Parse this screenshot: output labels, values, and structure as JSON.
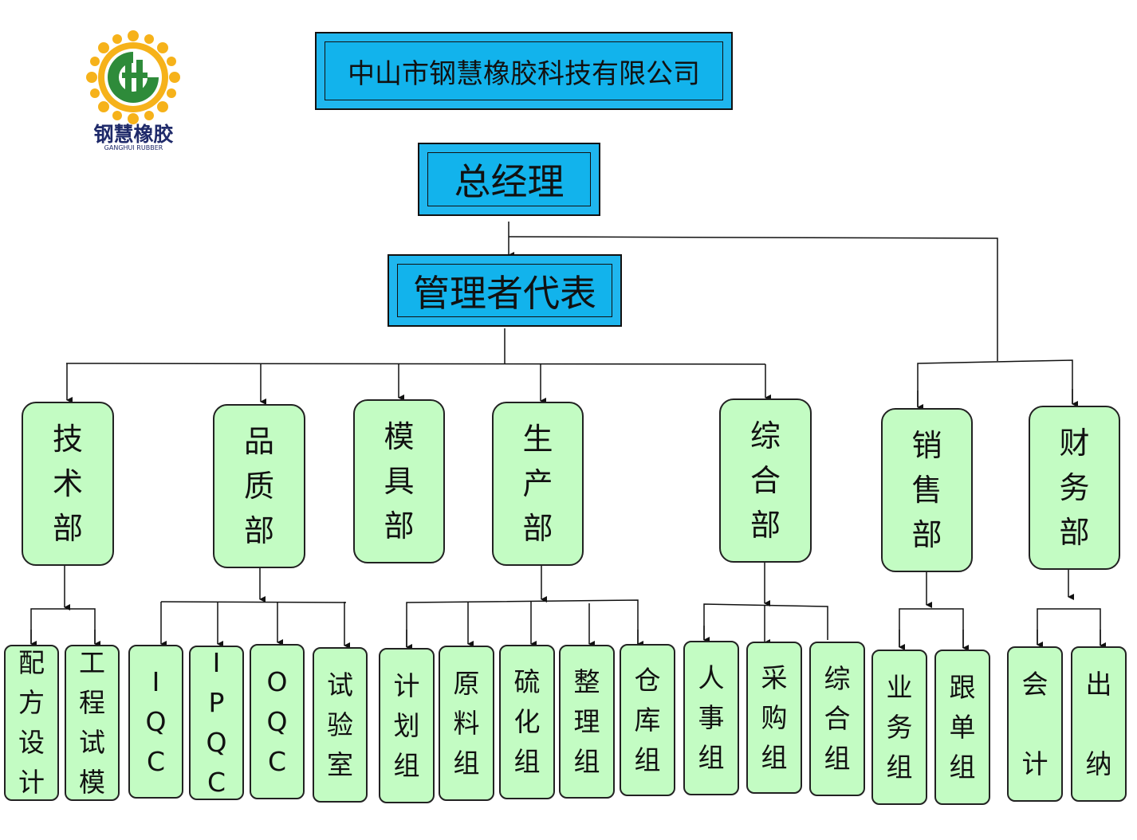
{
  "logo": {
    "text": "钢慧橡胶",
    "subtext": "GANGHUI RUBBER",
    "sun_color": "#f6b21a",
    "mark_color": "#2e8b3a"
  },
  "company": "中山市钢慧橡胶科技有限公司",
  "general_manager": "总经理",
  "mgmt_rep": "管理者代表",
  "colors": {
    "title_fill": "#1fb6ee",
    "box_fill": "#c3fcc3",
    "stroke": "#111111"
  },
  "departments": {
    "tech": "技\n术\n部",
    "quality": "品\n质\n部",
    "mold": "模\n具\n部",
    "production": "生\n产\n部",
    "general": "综\n合\n部",
    "sales": "销\n售\n部",
    "finance": "财\n务\n部"
  },
  "teams": {
    "formula": "配\n方\n设\n计",
    "engineering": "工\n程\n试\n模",
    "iqc": "I\nQ\nC",
    "ipqc": "I\nP\nQ\nC",
    "oqc": "O\nQ\nC",
    "lab": "试\n验\n室",
    "planning": "计\n划\n组",
    "material": "原\n料\n组",
    "vulcanize": "硫\n化\n组",
    "finishing": "整\n理\n组",
    "warehouse": "仓\n库\n组",
    "hr": "人\n事\n组",
    "purchase": "采\n购\n组",
    "admin": "综\n合\n组",
    "business": "业\n务\n组",
    "followup": "跟\n单\n组",
    "accounting": "会\n\n计",
    "cashier": "出\n\n纳"
  }
}
